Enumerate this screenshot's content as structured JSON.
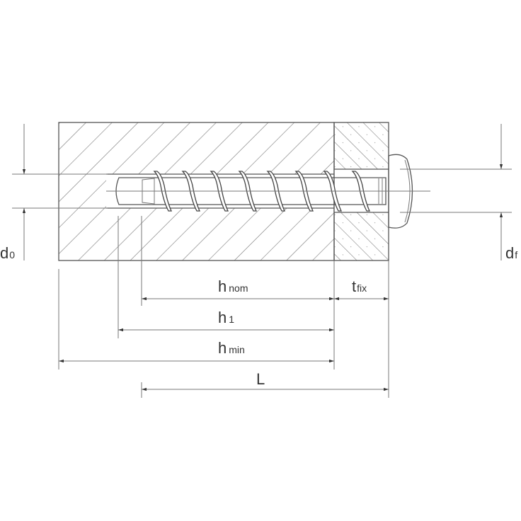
{
  "diagram": {
    "labels": {
      "d0": {
        "main": "d",
        "sub": "0"
      },
      "df": {
        "main": "d",
        "sub": "f"
      },
      "hnom": {
        "main": "h",
        "sub": "nom"
      },
      "tfix": {
        "main": "t",
        "sub": "fix"
      },
      "h1": {
        "main": "h",
        "sub": "1"
      },
      "hmin": {
        "main": "h",
        "sub": "min"
      },
      "L": {
        "main": "L",
        "sub": ""
      }
    },
    "colors": {
      "line": "#555555",
      "background": "#ffffff"
    }
  }
}
